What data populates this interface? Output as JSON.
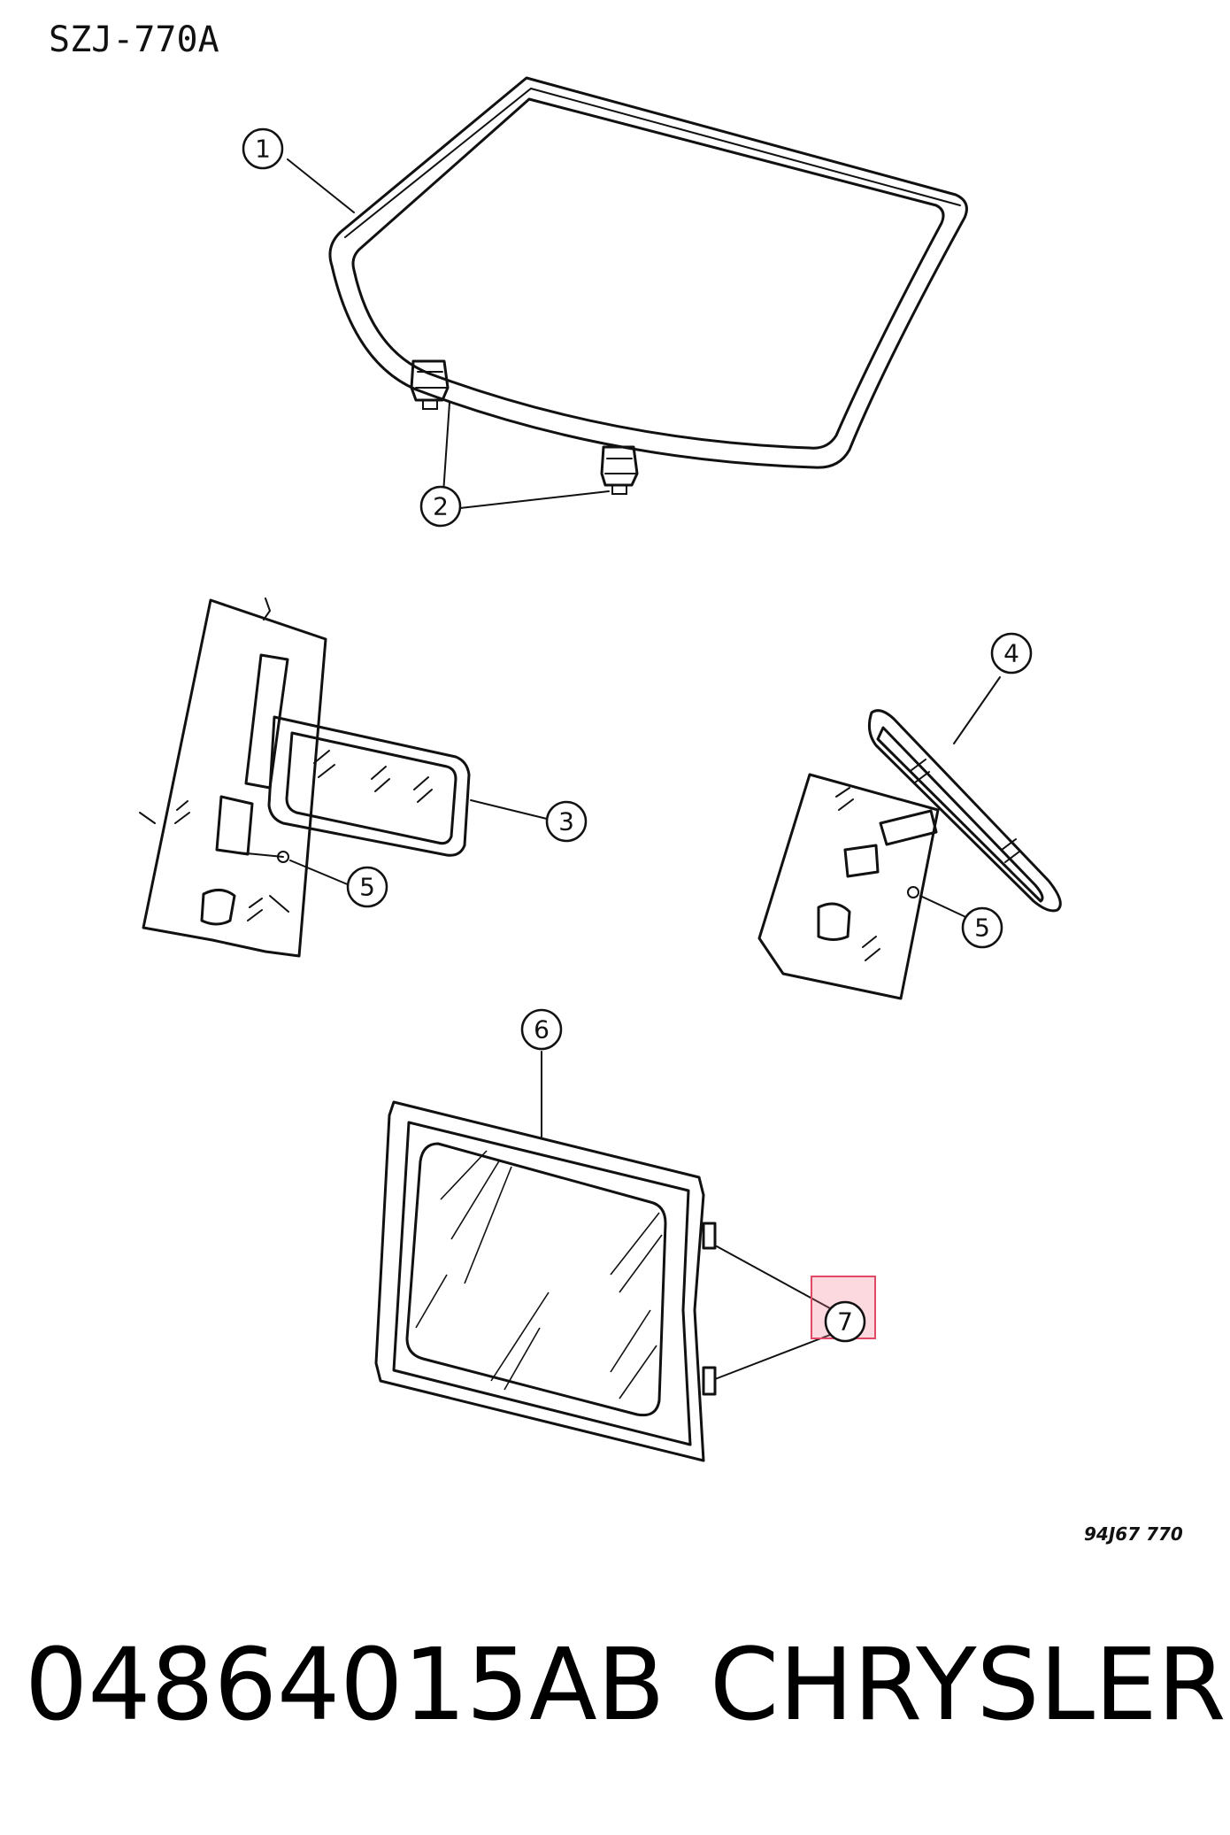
{
  "drawing_number": "SZJ-770A",
  "figure_code": "94J67 770",
  "callouts": [
    {
      "id": "1",
      "label": "1"
    },
    {
      "id": "2",
      "label": "2"
    },
    {
      "id": "3",
      "label": "3"
    },
    {
      "id": "4",
      "label": "4"
    },
    {
      "id": "5a",
      "label": "5"
    },
    {
      "id": "5b",
      "label": "5"
    },
    {
      "id": "6",
      "label": "6"
    },
    {
      "id": "7",
      "label": "7"
    }
  ],
  "highlight": {
    "callout": "7",
    "color": "#e04a66"
  },
  "caption": {
    "part_number": "04864015AB",
    "brand": "CHRYSLER"
  }
}
